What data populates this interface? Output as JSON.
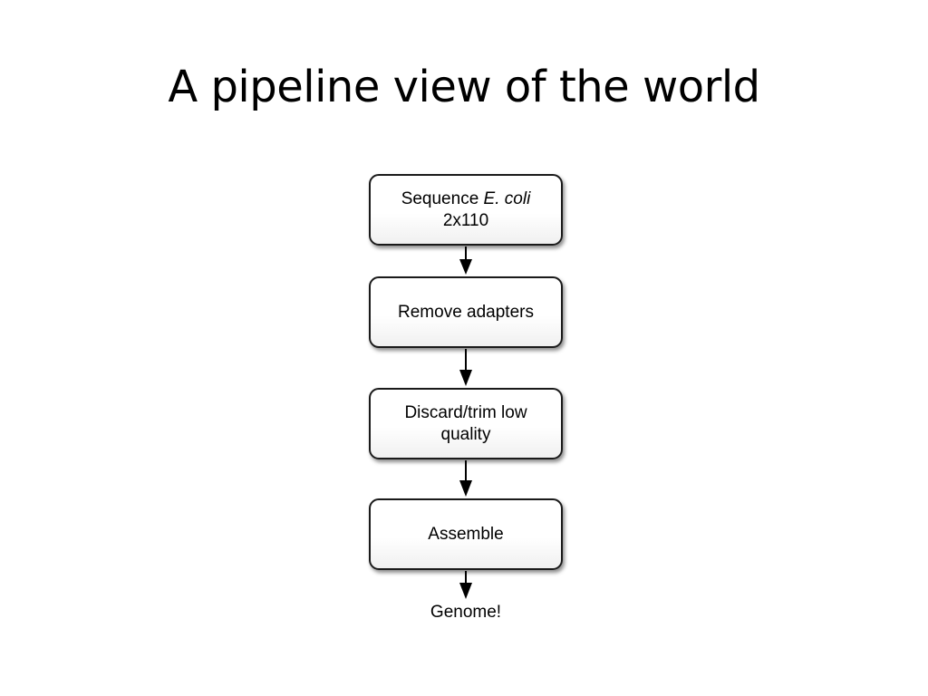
{
  "slide": {
    "title": "A pipeline view of the world"
  },
  "flow": {
    "steps": [
      {
        "line1_prefix": "Sequence ",
        "line1_italic": "E. coli",
        "line2": "2x110"
      },
      {
        "label": "Remove adapters"
      },
      {
        "line1": "Discard/trim low",
        "line2": "quality"
      },
      {
        "label": "Assemble"
      }
    ],
    "output": "Genome!"
  }
}
